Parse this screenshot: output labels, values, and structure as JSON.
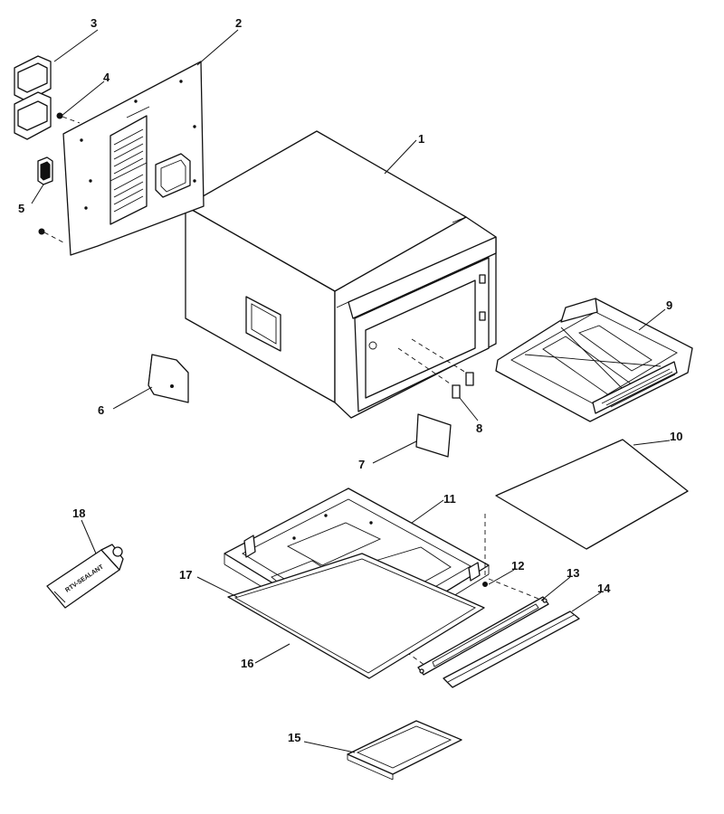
{
  "diagram": {
    "callouts": [
      "1",
      "2",
      "3",
      "4",
      "5",
      "6",
      "7",
      "8",
      "9",
      "10",
      "11",
      "12",
      "13",
      "14",
      "15",
      "16",
      "17",
      "18"
    ],
    "tube_label": "RTV-SEALANT",
    "colors": {
      "line": "#111111",
      "background": "#ffffff",
      "fill": "#ffffff"
    }
  }
}
